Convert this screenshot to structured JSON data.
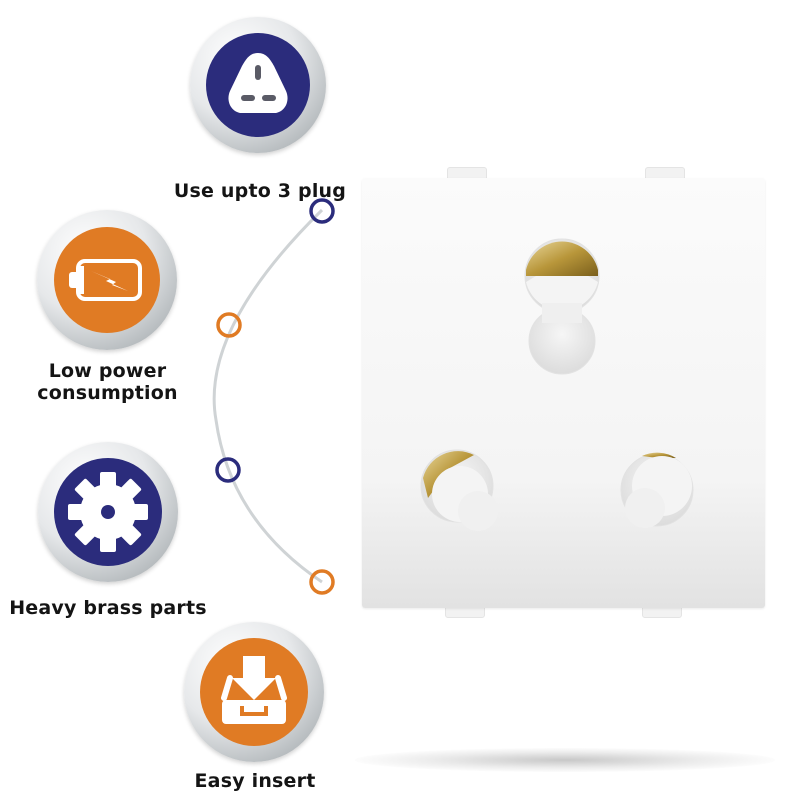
{
  "features": [
    {
      "label": "Use upto 3 plug",
      "icon": "three-pin-plug-icon",
      "color": "#2b2c7c"
    },
    {
      "label_line1": "Low power",
      "label_line2": "consumption",
      "icon": "battery-charging-icon",
      "color": "#e07b24"
    },
    {
      "label": "Heavy brass parts",
      "icon": "gear-icon",
      "color": "#2b2c7c"
    },
    {
      "label": "Easy insert",
      "icon": "inbox-download-icon",
      "color": "#e07b24"
    }
  ],
  "connector": {
    "line_color": "#cfd3d5",
    "nodes": [
      "#2b2c7c",
      "#e07b24",
      "#2b2c7c",
      "#e07b24"
    ]
  },
  "product": {
    "name": "white modular 3-pin socket",
    "plate_color": "#f7f7f7",
    "contact_color": "#b8963a"
  }
}
